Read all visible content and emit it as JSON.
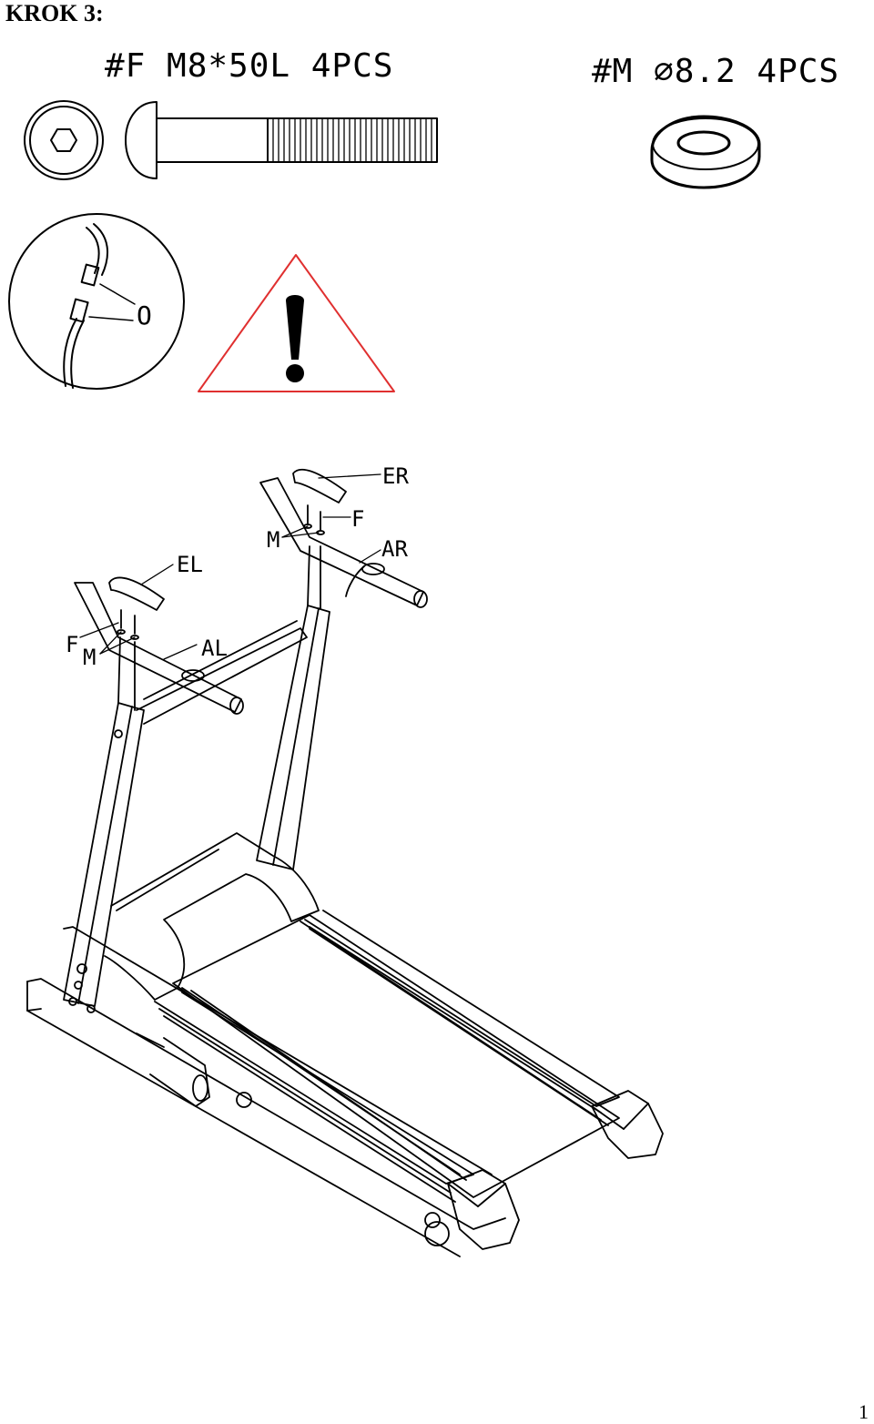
{
  "page": {
    "step_title": "KROK 3:",
    "page_number": "1"
  },
  "parts": {
    "bolt": {
      "code": "#F M8*50L 4PCS"
    },
    "washer": {
      "code": "#M ∅8.2 4PCS"
    }
  },
  "detail": {
    "connector_label": "O"
  },
  "warning": {
    "icon": "warning-triangle-icon",
    "color": "#e03030"
  },
  "diagram": {
    "labels": {
      "er": "ER",
      "f_right": "F",
      "m_right": "M",
      "ar": "AR",
      "el": "EL",
      "f_left": "F",
      "m_left": "M",
      "al": "AL"
    }
  }
}
